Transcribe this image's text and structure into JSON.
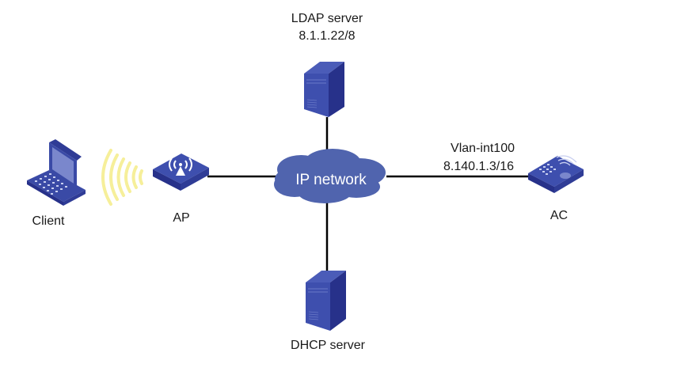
{
  "diagram": {
    "nodes": {
      "ldap": {
        "name": "LDAP server",
        "ip": "8.1.1.22/8"
      },
      "client": {
        "name": "Client"
      },
      "ap": {
        "name": "AP"
      },
      "network": {
        "name": "IP network"
      },
      "ac": {
        "name": "AC",
        "interface": "Vlan-int100",
        "ip": "8.140.1.3/16"
      },
      "dhcp": {
        "name": "DHCP server"
      }
    },
    "links": [
      {
        "from": "ap",
        "to": "network"
      },
      {
        "from": "network",
        "to": "ac"
      },
      {
        "from": "ldap",
        "to": "network"
      },
      {
        "from": "network",
        "to": "dhcp"
      },
      {
        "from": "client",
        "to": "ap",
        "type": "wireless"
      }
    ],
    "colors": {
      "device": "#3a4aa6",
      "device_dark": "#27318a",
      "device_light": "#5868c0",
      "cloud": "#5064ae",
      "wireless": "#f6ef9a",
      "link": "#000000"
    }
  }
}
